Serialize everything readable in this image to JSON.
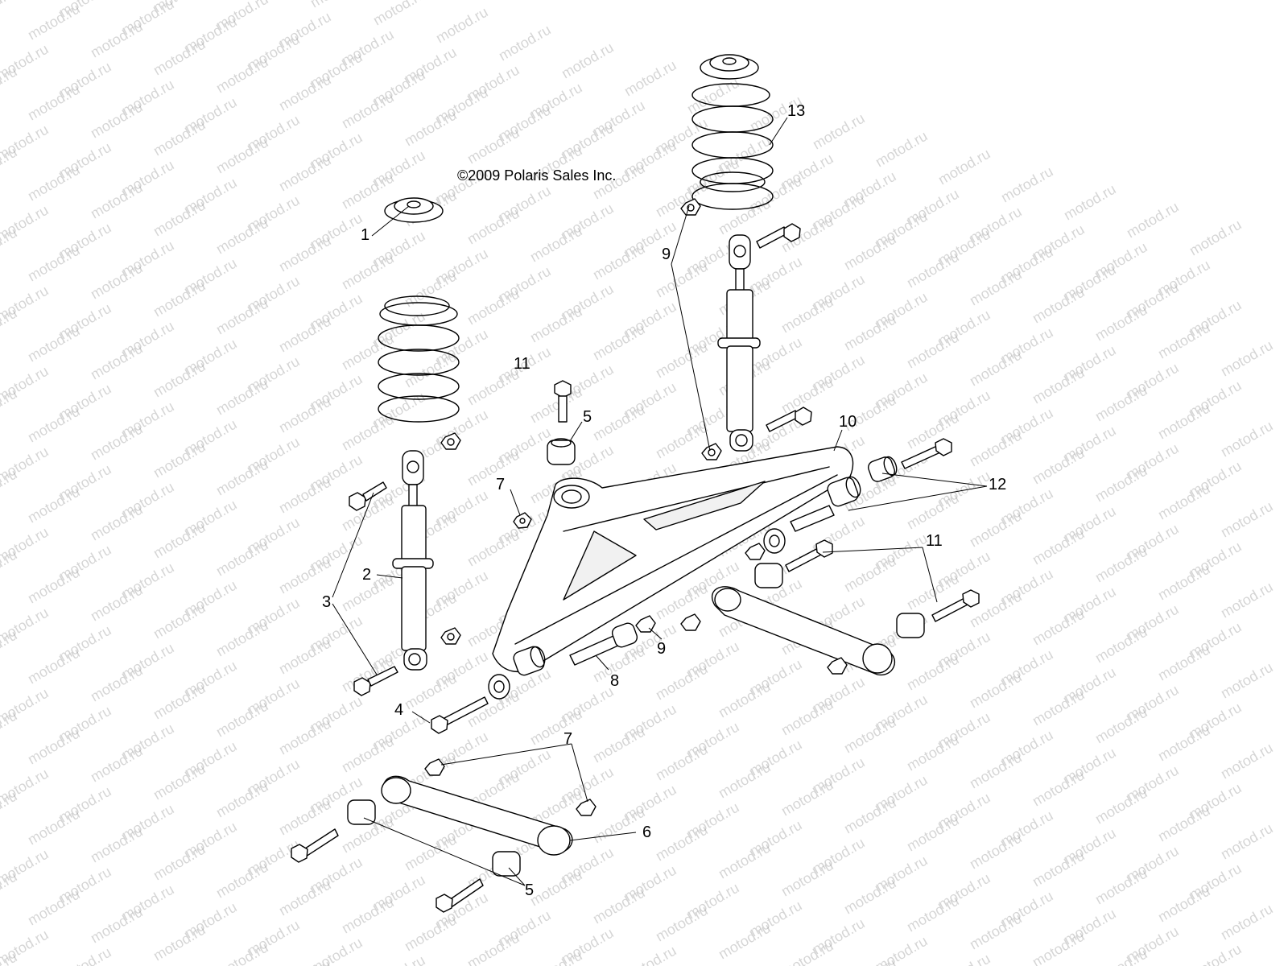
{
  "copyright": "©2009 Polaris Sales Inc.",
  "watermark": "motod.ru",
  "callouts": [
    {
      "id": "c1",
      "label": "1"
    },
    {
      "id": "c2",
      "label": "2"
    },
    {
      "id": "c3",
      "label": "3"
    },
    {
      "id": "c4",
      "label": "4"
    },
    {
      "id": "c5a",
      "label": "5"
    },
    {
      "id": "c5b",
      "label": "5"
    },
    {
      "id": "c6",
      "label": "6"
    },
    {
      "id": "c7a",
      "label": "7"
    },
    {
      "id": "c7b",
      "label": "7"
    },
    {
      "id": "c8",
      "label": "8"
    },
    {
      "id": "c9a",
      "label": "9"
    },
    {
      "id": "c9b",
      "label": "9"
    },
    {
      "id": "c10",
      "label": "10"
    },
    {
      "id": "c11a",
      "label": "11"
    },
    {
      "id": "c11b",
      "label": "11"
    },
    {
      "id": "c12",
      "label": "12"
    },
    {
      "id": "c13",
      "label": "13"
    }
  ]
}
